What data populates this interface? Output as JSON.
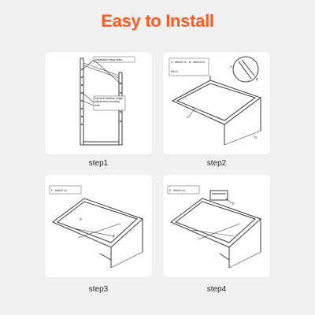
{
  "header": {
    "title": "Easy to Install"
  },
  "colors": {
    "title": "#ff5a1f",
    "background": "#f1f1f1",
    "card": "#ffffff"
  },
  "steps": [
    {
      "label": "step1",
      "callouts": [
        "Installation fixing holes",
        "Dynamic desktop height adjustment mounting hole"
      ]
    },
    {
      "label": "step2",
      "parts": [
        "A - M6x30 x2",
        "B - M6x16 x2",
        "M6 x2"
      ],
      "part_letters": [
        "A",
        "B",
        "C",
        "D"
      ]
    },
    {
      "label": "step3",
      "parts": [
        "F - M6x32 x4"
      ],
      "part_letters": [
        "D",
        "F"
      ]
    },
    {
      "label": "step4",
      "parts": [
        "E - M6x10 x4"
      ],
      "part_letters": [
        "E"
      ]
    }
  ]
}
